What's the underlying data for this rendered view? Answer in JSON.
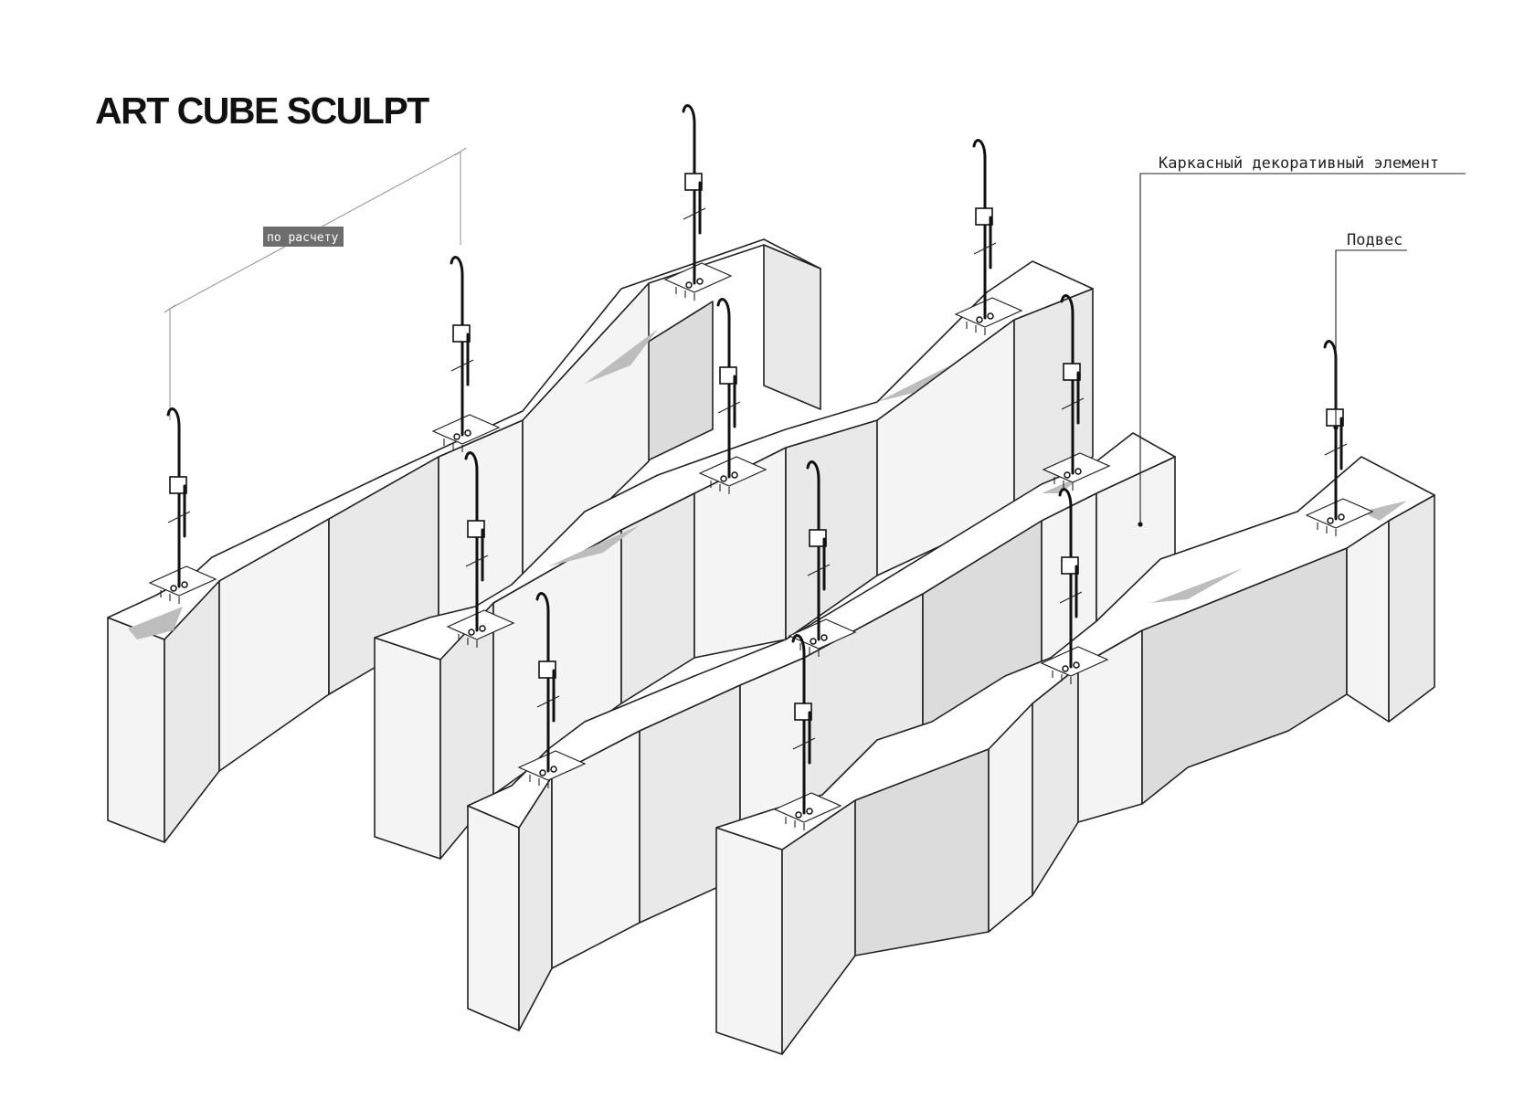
{
  "title": "ART CUBE SCULPT",
  "callouts": {
    "frame_element": "Каркасный декоративный элемент",
    "suspension": "Подвес"
  },
  "dimension": {
    "label": "по расчету"
  },
  "colors": {
    "ink": "#222222",
    "panel_light": "#f4f4f4",
    "panel_dark": "#dcdcdc",
    "dimension_tag": "#6d6d6d"
  }
}
